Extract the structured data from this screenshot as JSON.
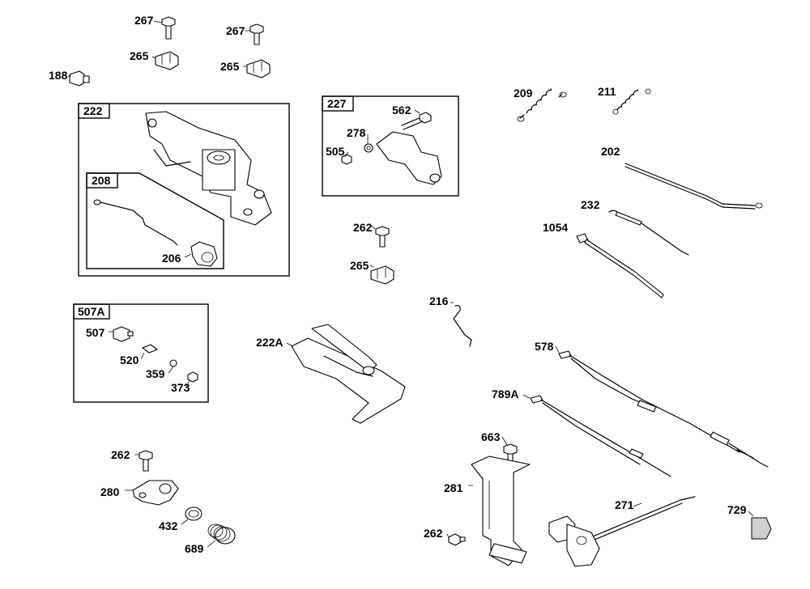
{
  "groups": {
    "g222": "222",
    "g208": "208",
    "g227": "227",
    "g507a": "507A"
  },
  "labels": {
    "l267a": "267",
    "l267b": "267",
    "l265a": "265",
    "l265b": "265",
    "l188": "188",
    "l206": "206",
    "l562": "562",
    "l278": "278",
    "l505": "505",
    "l209": "209",
    "l211": "211",
    "l202": "202",
    "l232": "232",
    "l1054": "1054",
    "l262a": "262",
    "l265c": "265",
    "l216": "216",
    "l507": "507",
    "l520": "520",
    "l359": "359",
    "l373": "373",
    "l222a": "222A",
    "l578": "578",
    "l789a": "789A",
    "l663": "663",
    "l281": "281",
    "l262b": "262",
    "l262c": "262",
    "l280": "280",
    "l432": "432",
    "l689": "689",
    "l271": "271",
    "l729": "729"
  }
}
